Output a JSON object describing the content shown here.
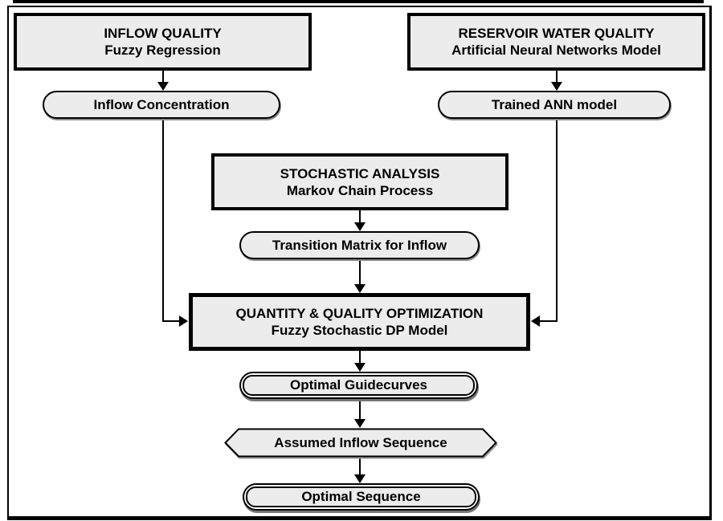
{
  "diagram_type": "flowchart",
  "colors": {
    "node_fill": "#ececec",
    "node_border": "#000000",
    "shadow": "#808080",
    "background": "#ffffff",
    "text": "#000000",
    "arrow": "#000000"
  },
  "nodes": {
    "inflow_quality": {
      "title": "INFLOW QUALITY",
      "subtitle": "Fuzzy Regression"
    },
    "reservoir_water_quality": {
      "title": "RESERVOIR WATER QUALITY",
      "subtitle": "Artificial Neural Networks Model"
    },
    "inflow_concentration": {
      "label": "Inflow Concentration"
    },
    "trained_ann_model": {
      "label": "Trained ANN model"
    },
    "stochastic_analysis": {
      "title": "STOCHASTIC ANALYSIS",
      "subtitle": "Markov Chain Process"
    },
    "transition_matrix": {
      "label": "Transition Matrix for Inflow"
    },
    "optimization": {
      "title": "QUANTITY & QUALITY OPTIMIZATION",
      "subtitle": "Fuzzy Stochastic DP Model"
    },
    "optimal_guidecurves": {
      "label": "Optimal Guidecurves"
    },
    "assumed_inflow_sequence": {
      "label": "Assumed Inflow Sequence"
    },
    "optimal_sequence": {
      "label": "Optimal Sequence"
    }
  }
}
